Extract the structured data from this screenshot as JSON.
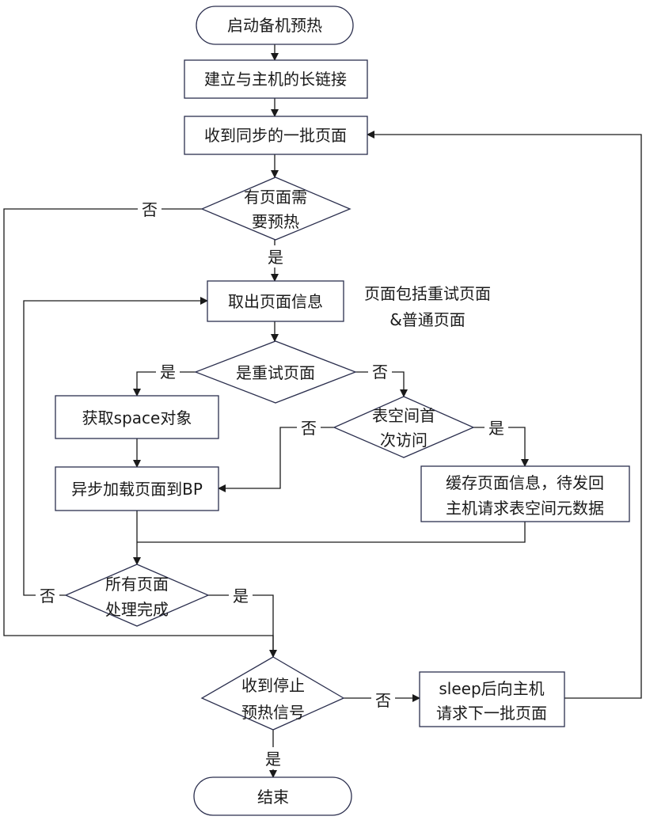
{
  "flowchart": {
    "start": "启动备机预热",
    "end": "结束",
    "processes": {
      "establish_connection": "建立与主机的长链接",
      "receive_batch": "收到同步的一批页面",
      "take_page_info": "取出页面信息",
      "get_space_object": "获取space对象",
      "async_load_bp": "异步加载页面到BP",
      "cache_page_info": [
        "缓存页面信息，待发回",
        "主机请求表空间元数据"
      ],
      "sleep_request": [
        "sleep后向主机",
        "请求下一批页面"
      ]
    },
    "decisions": {
      "has_pages": [
        "有页面需",
        "要预热"
      ],
      "is_retry": [
        "是重试页面"
      ],
      "tablespace_first": [
        "表空间首",
        "次访问"
      ],
      "all_done": [
        "所有页面",
        "处理完成"
      ],
      "stop_signal": [
        "收到停止",
        "预热信号"
      ]
    },
    "annotation": [
      "页面包括重试页面",
      "&普通页面"
    ],
    "edge_labels": {
      "has_pages_no": "否",
      "has_pages_yes": "是",
      "is_retry_yes": "是",
      "is_retry_no": "否",
      "tablespace_first_no": "否",
      "tablespace_first_yes": "是",
      "all_done_no": "否",
      "all_done_yes": "是",
      "stop_signal_no": "否",
      "stop_signal_yes": "是"
    }
  }
}
